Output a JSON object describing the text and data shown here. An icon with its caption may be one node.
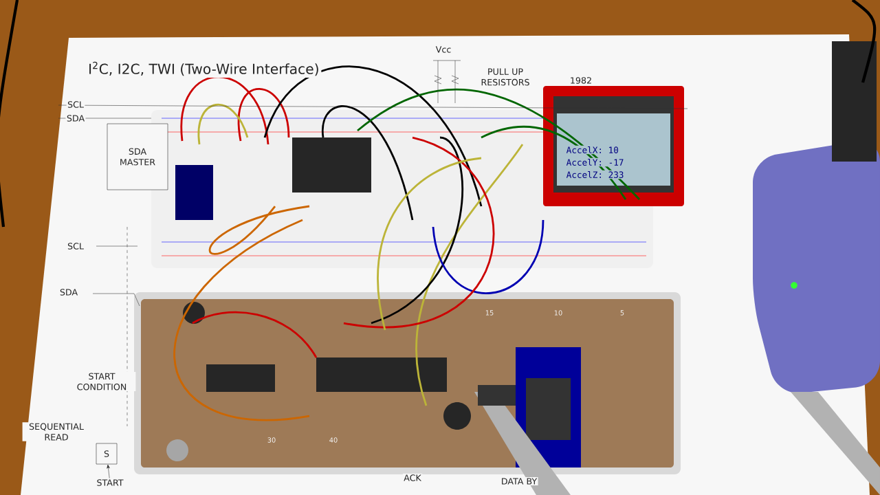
{
  "diagram": {
    "title": "I$^{2}$C, I2C, TWI (Two-Wire Interface)",
    "nodes": [
      {
        "text": [
          "SDA",
          "MASTER"
        ]
      },
      {
        "text": [
          "S"
        ]
      },
      {
        "text": [
          "START"
        ]
      }
    ],
    "edges": [
      {
        "from": 2,
        "to": 1,
        "arrow": "to"
      }
    ],
    "labels": [
      "Vcc",
      "PULL UP RESISTORS",
      "1982",
      "SCL",
      "SDA",
      "AccelX: 10",
      "AccelY: -17",
      "AccelZ: 233",
      "SCL",
      "SDA",
      "START CONDITION",
      "15",
      "10",
      "5",
      "SEQUENTIAL READ",
      "30",
      "40",
      "ACK",
      "DATA BY"
    ]
  }
}
